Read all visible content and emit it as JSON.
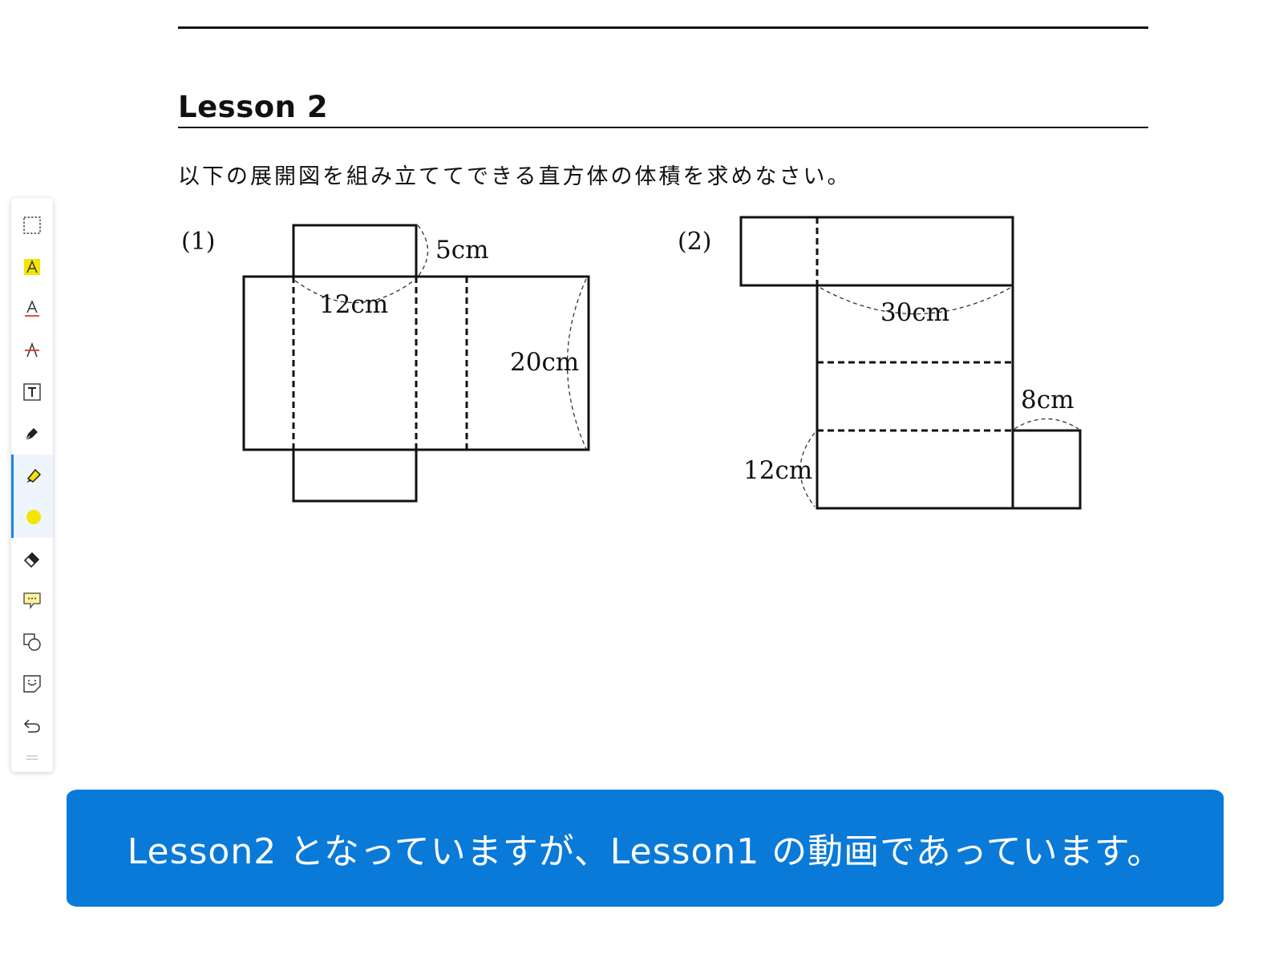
{
  "document": {
    "lesson_title": "Lesson 2",
    "question": "以下の展開図を組み立ててできる直方体の体積を求めなさい。"
  },
  "figure1": {
    "label": "(1)",
    "dim_top": "5cm",
    "dim_width": "12cm",
    "dim_height": "20cm"
  },
  "figure2": {
    "label": "(2)",
    "dim_width": "30cm",
    "dim_side": "8cm",
    "dim_height": "12cm"
  },
  "toolbar": {
    "tools": [
      {
        "name": "select-tool",
        "icon": "dashed-rectangle-icon"
      },
      {
        "name": "text-highlight-tool",
        "icon": "highlight-a-icon"
      },
      {
        "name": "underline-tool",
        "icon": "underline-a-icon"
      },
      {
        "name": "strikethrough-tool",
        "icon": "strikethrough-a-icon"
      },
      {
        "name": "text-box-tool",
        "icon": "text-box-icon"
      },
      {
        "name": "pen-tool",
        "icon": "pen-icon"
      },
      {
        "name": "highlighter-tool",
        "icon": "highlighter-icon"
      },
      {
        "name": "color-picker",
        "icon": "color-dot-icon"
      },
      {
        "name": "eraser-tool",
        "icon": "eraser-icon"
      },
      {
        "name": "comment-tool",
        "icon": "comment-icon"
      },
      {
        "name": "shape-tool",
        "icon": "shapes-icon"
      },
      {
        "name": "sticker-tool",
        "icon": "sticker-icon"
      },
      {
        "name": "undo-tool",
        "icon": "undo-icon"
      }
    ],
    "active_color": "#f5e400",
    "accent": "#1a86e0"
  },
  "caption": {
    "text": "Lesson2 となっていますが、Lesson1 の動画であっています。",
    "background": "#0a7ad8"
  }
}
